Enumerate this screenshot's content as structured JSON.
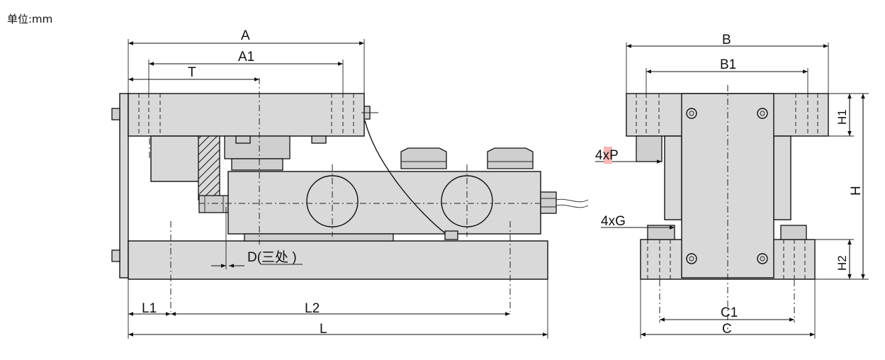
{
  "unit_label": "单位:mm",
  "labels": {
    "A": "A",
    "A1": "A1",
    "T": "T",
    "L": "L",
    "L1": "L1",
    "L2": "L2",
    "D": "D(三处 )",
    "B": "B",
    "B1": "B1",
    "C": "C",
    "C1": "C1",
    "H": "H",
    "H1": "H1",
    "H2": "H2",
    "P": "4xP",
    "G": "4xG"
  },
  "colors": {
    "line": "#111111",
    "fill": "#d9d9d9",
    "highlight": "#f4b6b6"
  }
}
